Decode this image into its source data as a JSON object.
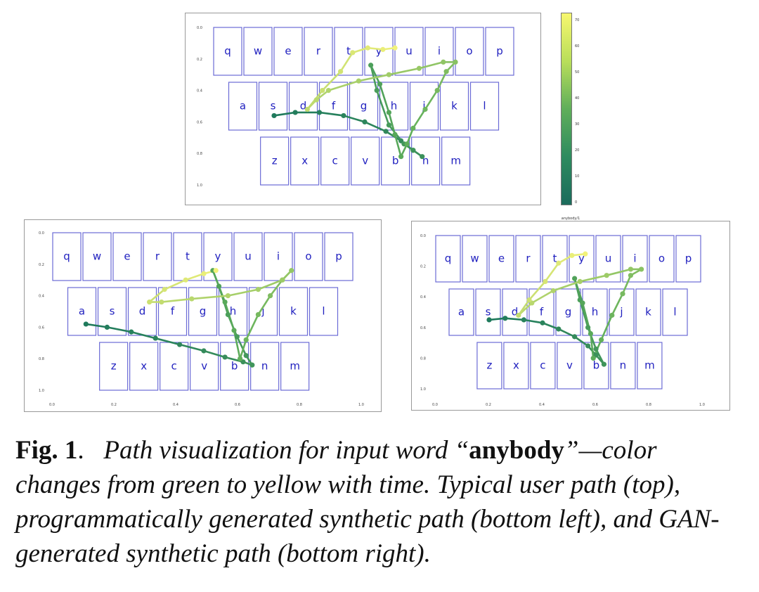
{
  "keyboard_rows": [
    [
      "q",
      "w",
      "e",
      "r",
      "t",
      "y",
      "u",
      "i",
      "o",
      "p"
    ],
    [
      "a",
      "s",
      "d",
      "f",
      "g",
      "h",
      "j",
      "k",
      "l"
    ],
    [
      "z",
      "x",
      "c",
      "v",
      "b",
      "n",
      "m"
    ]
  ],
  "colorbar_ticks": [
    "70",
    "60",
    "50",
    "40",
    "30",
    "20",
    "10",
    "0"
  ],
  "panels": [
    {
      "id": "top",
      "subtitle": "",
      "y_ticks": [
        "0.0",
        "0.2",
        "0.4",
        "0.6",
        "0.8",
        "1.0"
      ],
      "x_ticks": [],
      "path": [
        [
          0.2,
          0.56
        ],
        [
          0.27,
          0.54
        ],
        [
          0.35,
          0.54
        ],
        [
          0.43,
          0.56
        ],
        [
          0.5,
          0.6
        ],
        [
          0.57,
          0.66
        ],
        [
          0.62,
          0.72
        ],
        [
          0.66,
          0.78
        ],
        [
          0.69,
          0.82
        ],
        [
          0.66,
          0.78
        ],
        [
          0.63,
          0.74
        ],
        [
          0.58,
          0.62
        ],
        [
          0.54,
          0.4
        ],
        [
          0.52,
          0.24
        ],
        [
          0.55,
          0.36
        ],
        [
          0.58,
          0.54
        ],
        [
          0.6,
          0.68
        ],
        [
          0.62,
          0.82
        ],
        [
          0.64,
          0.74
        ],
        [
          0.66,
          0.64
        ],
        [
          0.7,
          0.52
        ],
        [
          0.74,
          0.4
        ],
        [
          0.77,
          0.28
        ],
        [
          0.8,
          0.22
        ],
        [
          0.76,
          0.22
        ],
        [
          0.68,
          0.26
        ],
        [
          0.58,
          0.3
        ],
        [
          0.48,
          0.34
        ],
        [
          0.38,
          0.4
        ],
        [
          0.34,
          0.46
        ],
        [
          0.31,
          0.52
        ],
        [
          0.36,
          0.4
        ],
        [
          0.42,
          0.28
        ],
        [
          0.46,
          0.16
        ],
        [
          0.51,
          0.13
        ],
        [
          0.56,
          0.14
        ],
        [
          0.6,
          0.13
        ]
      ]
    },
    {
      "id": "bottom-left",
      "subtitle": "",
      "y_ticks": [
        "0.0",
        "0.2",
        "0.4",
        "0.6",
        "0.8",
        "1.0"
      ],
      "x_ticks": [
        "0.0",
        "0.2",
        "0.4",
        "0.6",
        "0.8",
        "1.0"
      ],
      "path": [
        [
          0.11,
          0.58
        ],
        [
          0.18,
          0.6
        ],
        [
          0.26,
          0.63
        ],
        [
          0.34,
          0.67
        ],
        [
          0.42,
          0.71
        ],
        [
          0.5,
          0.75
        ],
        [
          0.57,
          0.79
        ],
        [
          0.63,
          0.82
        ],
        [
          0.66,
          0.84
        ],
        [
          0.64,
          0.78
        ],
        [
          0.61,
          0.66
        ],
        [
          0.58,
          0.52
        ],
        [
          0.55,
          0.34
        ],
        [
          0.53,
          0.24
        ],
        [
          0.57,
          0.44
        ],
        [
          0.6,
          0.62
        ],
        [
          0.62,
          0.8
        ],
        [
          0.64,
          0.68
        ],
        [
          0.68,
          0.52
        ],
        [
          0.72,
          0.4
        ],
        [
          0.76,
          0.3
        ],
        [
          0.79,
          0.24
        ],
        [
          0.76,
          0.3
        ],
        [
          0.68,
          0.36
        ],
        [
          0.58,
          0.4
        ],
        [
          0.46,
          0.42
        ],
        [
          0.36,
          0.44
        ],
        [
          0.32,
          0.44
        ],
        [
          0.37,
          0.36
        ],
        [
          0.44,
          0.3
        ],
        [
          0.5,
          0.26
        ],
        [
          0.54,
          0.24
        ]
      ]
    },
    {
      "id": "bottom-right",
      "subtitle": "anybody/1",
      "y_ticks": [
        "0.0",
        "0.2",
        "0.4",
        "0.6",
        "0.8",
        "1.0"
      ],
      "x_ticks": [
        "0.0",
        "0.2",
        "0.4",
        "0.6",
        "0.8",
        "1.0"
      ],
      "path": [
        [
          0.2,
          0.55
        ],
        [
          0.26,
          0.54
        ],
        [
          0.33,
          0.55
        ],
        [
          0.4,
          0.57
        ],
        [
          0.46,
          0.61
        ],
        [
          0.52,
          0.66
        ],
        [
          0.57,
          0.72
        ],
        [
          0.6,
          0.78
        ],
        [
          0.63,
          0.84
        ],
        [
          0.6,
          0.74
        ],
        [
          0.57,
          0.6
        ],
        [
          0.54,
          0.42
        ],
        [
          0.52,
          0.28
        ],
        [
          0.55,
          0.44
        ],
        [
          0.58,
          0.64
        ],
        [
          0.59,
          0.8
        ],
        [
          0.62,
          0.68
        ],
        [
          0.66,
          0.52
        ],
        [
          0.7,
          0.38
        ],
        [
          0.73,
          0.26
        ],
        [
          0.77,
          0.22
        ],
        [
          0.73,
          0.22
        ],
        [
          0.64,
          0.26
        ],
        [
          0.54,
          0.3
        ],
        [
          0.44,
          0.36
        ],
        [
          0.36,
          0.44
        ],
        [
          0.31,
          0.52
        ],
        [
          0.35,
          0.42
        ],
        [
          0.41,
          0.3
        ],
        [
          0.46,
          0.18
        ],
        [
          0.51,
          0.13
        ],
        [
          0.56,
          0.12
        ]
      ]
    }
  ],
  "caption": {
    "fig_label": "Fig. 1",
    "fig_period": ".",
    "text_before": "Path visualization for input word “",
    "bold_word": "anybody",
    "text_after": "”—color changes from green to yellow with time. Typical user path (top), programmatically generated synthetic path (bottom left), and GAN-generated synthetic path (bottom right)."
  },
  "colors": {
    "path_start": "#1f7a5c",
    "path_mid": "#5fae5a",
    "path_end": "#f2f27a",
    "key_border": "#6b6bd6",
    "key_text": "#1f1fbf"
  }
}
